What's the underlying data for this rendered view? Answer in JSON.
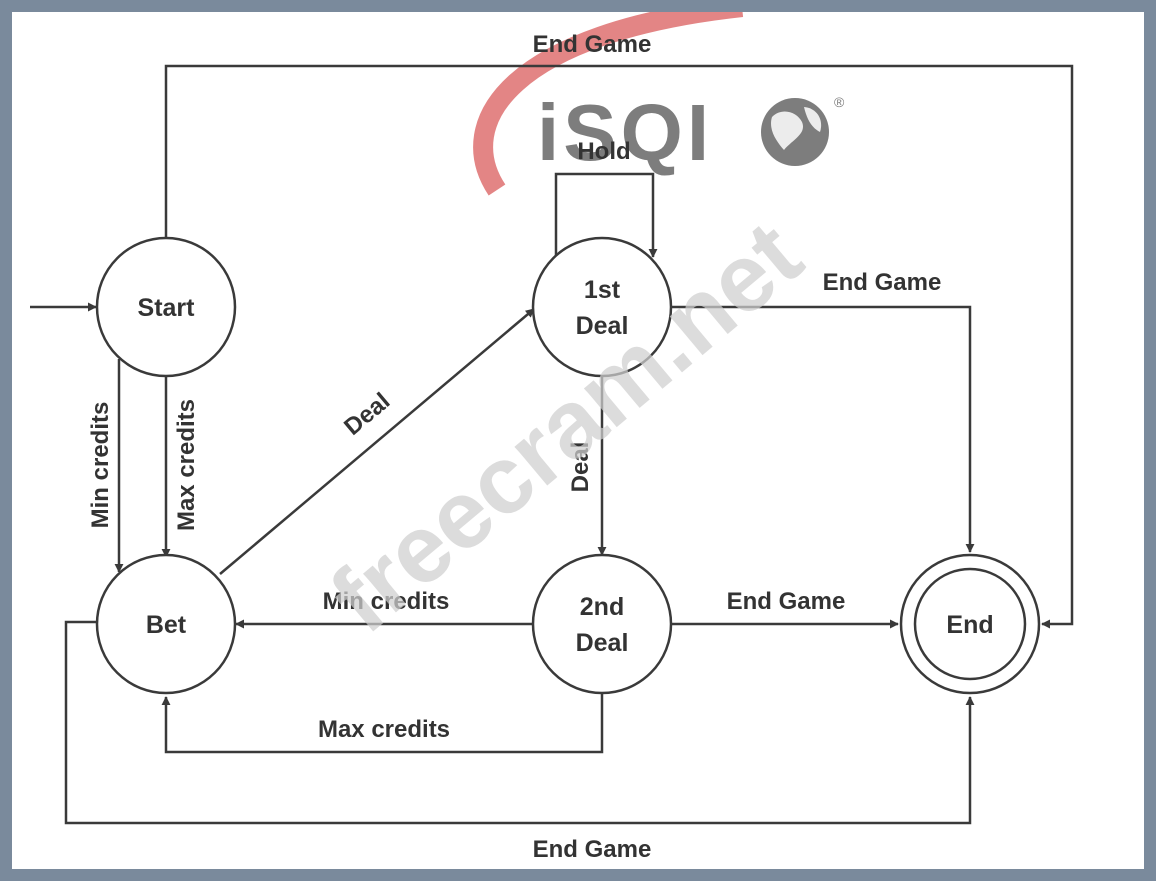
{
  "logo": {
    "text": "iSQI",
    "mark": "®"
  },
  "watermark": "freecram.net",
  "nodes": {
    "start": {
      "label": "Start"
    },
    "bet": {
      "label": "Bet"
    },
    "deal1": {
      "line1": "1st",
      "line2": "Deal"
    },
    "deal2": {
      "line1": "2nd",
      "line2": "Deal"
    },
    "end": {
      "label": "End"
    }
  },
  "edges": {
    "end_game_top": "End Game",
    "hold": "Hold",
    "end_game_deal1": "End Game",
    "deal_bet_deal1": "Deal",
    "deal_deal1_deal2": "Deal",
    "min_credits_start": "Min credits",
    "max_credits_start": "Max credits",
    "min_credits_deal2": "Min credits",
    "end_game_deal2": "End Game",
    "max_credits_deal2": "Max credits",
    "end_game_bottom": "End Game"
  },
  "colors": {
    "background_frame": "#7a8a9c",
    "logo_arc": "#e07878",
    "logo_text": "#7d7d7d",
    "watermark": "#d9d9d9"
  }
}
